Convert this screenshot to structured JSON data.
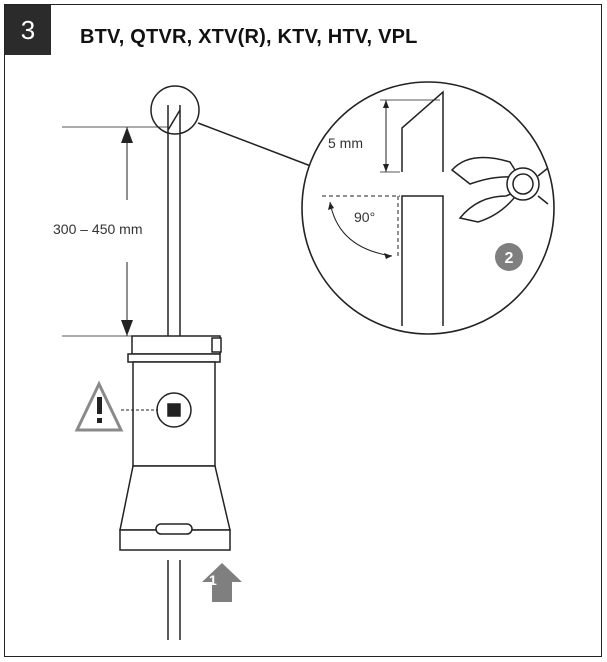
{
  "step_number": "3",
  "title": "BTV, QTVR, XTV(R), KTV, HTV, VPL",
  "dimension_length": "300 – 450 mm",
  "dimension_cut": "5 mm",
  "angle": "90°",
  "callout_1": "1",
  "callout_2": "2",
  "colors": {
    "callout_fill": "#7f7f7f",
    "line": "#222222"
  },
  "icons": [
    "warning-icon",
    "cutter-icon",
    "arrow-up-icon"
  ]
}
